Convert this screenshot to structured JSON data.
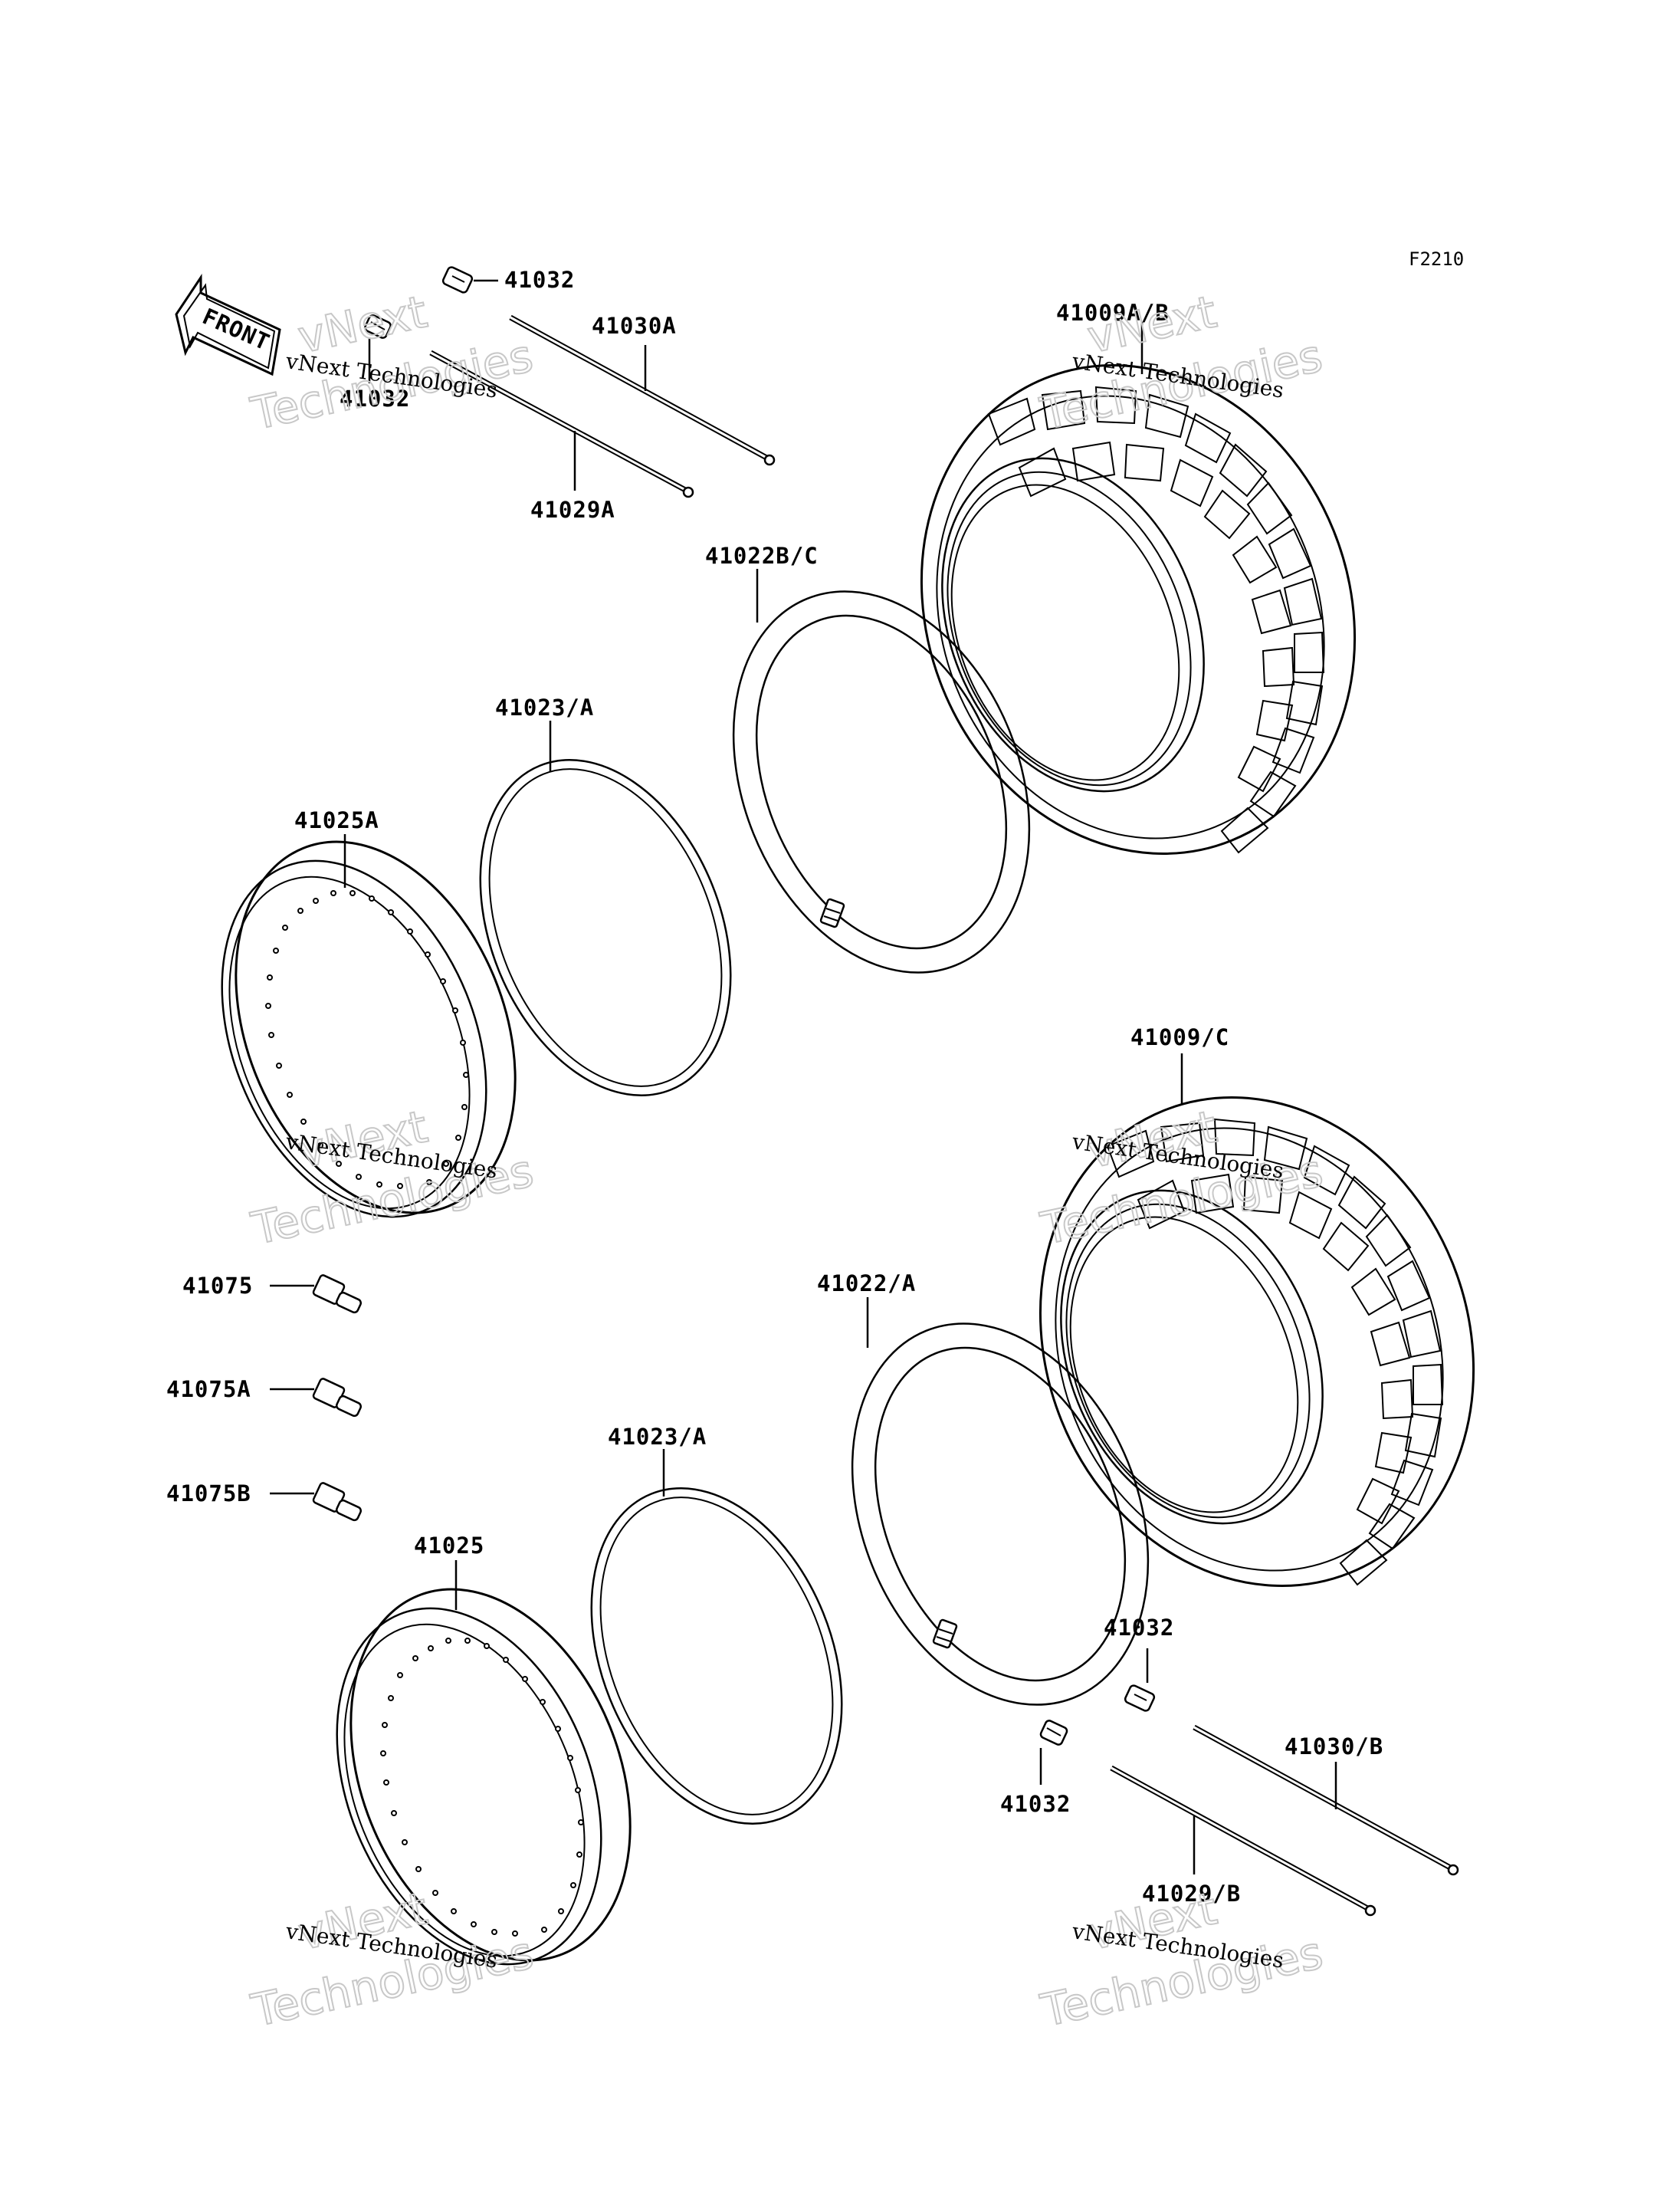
{
  "diagram": {
    "code": "F2210",
    "front_label": "FRONT",
    "watermark": {
      "line1": "vNext Technologies",
      "line2": "vNext",
      "line3": "Technologies"
    },
    "labels": {
      "p41032_a": "41032",
      "p41032_b": "41032",
      "p41030A": "41030A",
      "p41029A": "41029A",
      "p41009AB": "41009A/B",
      "p41022BC": "41022B/C",
      "p41023A_top": "41023/A",
      "p41025A": "41025A",
      "p41009C": "41009/C",
      "p41075": "41075",
      "p41075A": "41075A",
      "p41075B": "41075B",
      "p41022A": "41022/A",
      "p41023A_bot": "41023/A",
      "p41025": "41025",
      "p41032_c": "41032",
      "p41032_d": "41032",
      "p41030B": "41030/B",
      "p41029B": "41029/B"
    }
  }
}
